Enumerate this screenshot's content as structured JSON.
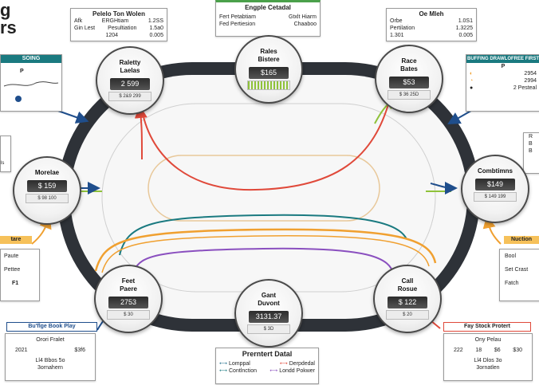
{
  "title_partial": [
    "g",
    "rs"
  ],
  "header": {
    "title": "Engple Cetadal",
    "sub1": "Fert Petabtiam",
    "sub2": "Fed Pertiesion",
    "sub3": "Gtxlt Hiarm",
    "sub4": "Chaaboo"
  },
  "top_left_panel": {
    "title": "Pelelo Ton Wolen",
    "rows": [
      [
        "Afk",
        "ERGHtiam",
        "1.2SS"
      ],
      [
        "Gin Lest",
        "Pesultiation",
        "1.5a0"
      ],
      [
        "",
        "1204",
        "0.005"
      ]
    ]
  },
  "top_right_panel": {
    "title": "Oe Mleh",
    "rows": [
      [
        "Orbe",
        "1.0S1"
      ],
      [
        "Pertilation",
        "1.3225"
      ],
      [
        "1.301",
        "0.005"
      ]
    ]
  },
  "left_panel": {
    "title": "SOING",
    "p": "P"
  },
  "right_panel": {
    "title": "BUFFING DRAWLOFREE FIRST",
    "p": "P",
    "v1": "2954",
    "v2": "2994",
    "foot": "2 Pesteal"
  },
  "nodes": {
    "tl": {
      "label1": "Raletty",
      "label2": "Laelas",
      "value": "2 599",
      "sub": "$ 2&9 299"
    },
    "tc": {
      "label1": "Rales",
      "label2": "Bistere",
      "value": "$165",
      "sub": ""
    },
    "tr": {
      "label1": "Race",
      "label2": "Bates",
      "value": "$53",
      "sub": "$ 36 25D"
    },
    "ml": {
      "label1": "Morelae",
      "label2": "",
      "value": "$ 159",
      "sub": "$ 98 100"
    },
    "mr": {
      "label1": "Combtimns",
      "label2": "",
      "value": "$149",
      "sub": "$ 149 199"
    },
    "bl": {
      "label1": "Feet",
      "label2": "Paere",
      "value": "2753",
      "sub": "$ 30"
    },
    "bc": {
      "label1": "Gant",
      "label2": "Duvont",
      "value": "3131.37",
      "sub": "$ 3D"
    },
    "br": {
      "label1": "Call",
      "label2": "Rosue",
      "value": "$ 122",
      "sub": "$ 20"
    }
  },
  "left_mid_panel": {
    "title": "tare",
    "rows": [
      "Paute",
      "Pettee",
      "F1"
    ]
  },
  "right_mid_panel": {
    "title": "Nuction",
    "rows": [
      "Bool",
      "Set Crast",
      "Fatch"
    ]
  },
  "right_small": {
    "rows": [
      "R",
      "B",
      "B"
    ]
  },
  "left_small": {
    "rows": [
      "ls"
    ]
  },
  "bottom_left_panel": {
    "title": "Bu'flge Book Play",
    "sub": "Orori Fralet",
    "v1": "2021",
    "v2": "$3f6",
    "foot1": "Ll4 Bbos 5o",
    "foot2": "3ornahern"
  },
  "bottom_right_panel": {
    "title": "Fay Stock Protert",
    "sub": "Ony Pelau",
    "v1": "222",
    "v2": "18",
    "v3": "$6",
    "v4": "$30",
    "foot1": "Ll4 Dlos 3o",
    "foot2": "3ornatlen"
  },
  "legend": {
    "title": "Prerntert Datal",
    "items": [
      "Lomppal",
      "Derpdedal",
      "Contlnction",
      "Londd Pokwer"
    ]
  },
  "colors": {
    "red": "#e0493a",
    "blue": "#1f6e8c",
    "orange": "#f0a030",
    "purple": "#8a4fbf",
    "green": "#8fc23a",
    "teal": "#1a7a80"
  }
}
